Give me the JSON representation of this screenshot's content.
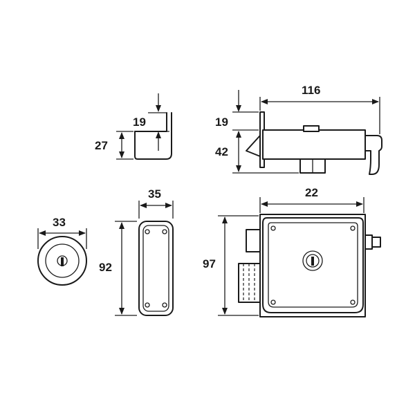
{
  "dimensions": {
    "keep_depth": "19",
    "keep_height": "27",
    "lock_top_depth": "19",
    "lock_body_depth": "42",
    "lock_width_top": "116",
    "keep_front_width": "35",
    "keep_front_height": "92",
    "lock_body_width": "22",
    "lock_body_height": "97",
    "cylinder_diameter": "33"
  }
}
